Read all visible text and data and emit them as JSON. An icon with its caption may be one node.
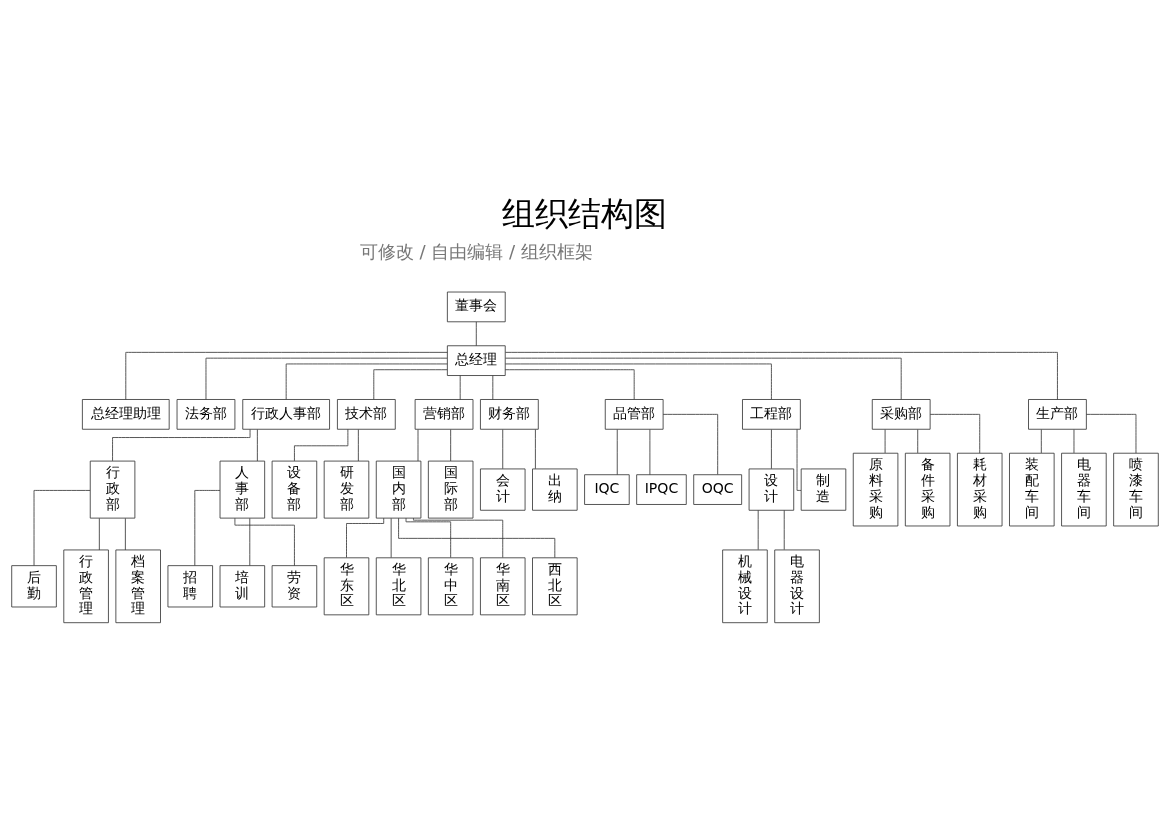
{
  "diagram": {
    "title": "组织结构图",
    "nodes": [
      {
        "text": [
          "董事会"
        ]
      },
      {
        "text": [
          "总经理"
        ]
      },
      {
        "text": [
          "总经理助理"
        ]
      },
      {
        "text": [
          "法务部"
        ]
      },
      {
        "text": [
          "行政人事部"
        ]
      },
      {
        "text": [
          "技术部"
        ]
      },
      {
        "text": [
          "营销部"
        ]
      },
      {
        "text": [
          "财务部"
        ]
      },
      {
        "text": [
          "品管部"
        ]
      },
      {
        "text": [
          "工程部"
        ]
      },
      {
        "text": [
          "采购部"
        ]
      },
      {
        "text": [
          "生产部"
        ]
      },
      {
        "text": [
          "行政部"
        ]
      },
      {
        "text": [
          "人事部"
        ]
      },
      {
        "text": [
          "设备部"
        ]
      },
      {
        "text": [
          "研发部"
        ]
      },
      {
        "text": [
          "国内部"
        ]
      },
      {
        "text": [
          "国际部"
        ]
      },
      {
        "text": [
          "会计"
        ]
      },
      {
        "text": [
          "出纳"
        ]
      },
      {
        "text": [
          "IQC"
        ]
      },
      {
        "text": [
          "IPQC"
        ]
      },
      {
        "text": [
          "OQC"
        ]
      },
      {
        "text": [
          "设计"
        ]
      },
      {
        "text": [
          "制造"
        ]
      },
      {
        "text": [
          "原料采购"
        ]
      },
      {
        "text": [
          "备件采购"
        ]
      },
      {
        "text": [
          "耗材采购"
        ]
      },
      {
        "text": [
          "装配车间"
        ]
      },
      {
        "text": [
          "电器车间"
        ]
      },
      {
        "text": [
          "喷漆车间"
        ]
      },
      {
        "text": [
          "后勤"
        ]
      },
      {
        "text": [
          "行政管理"
        ]
      },
      {
        "text": [
          "档案管理"
        ]
      },
      {
        "text": [
          "招聘"
        ]
      },
      {
        "text": [
          "培训"
        ]
      },
      {
        "text": [
          "劳资"
        ]
      },
      {
        "text": [
          "华东区"
        ]
      },
      {
        "text": [
          "华北区"
        ]
      },
      {
        "text": [
          "华中区"
        ]
      },
      {
        "text": [
          "华南区"
        ]
      },
      {
        "text": [
          "西北区"
        ]
      },
      {
        "text": [
          "机械设计"
        ]
      },
      {
        "text": [
          "电器设计"
        ]
      }
    ],
    "edges": [
      {
        "from": 0,
        "to": 1,
        "arrow": "none"
      },
      {
        "from": 1,
        "to": 2,
        "arrow": "none"
      },
      {
        "from": 1,
        "to": 3,
        "arrow": "none"
      },
      {
        "from": 1,
        "to": 4,
        "arrow": "none"
      },
      {
        "from": 1,
        "to": 5,
        "arrow": "none"
      },
      {
        "from": 1,
        "to": 6,
        "arrow": "none"
      },
      {
        "from": 1,
        "to": 7,
        "arrow": "none"
      },
      {
        "from": 1,
        "to": 8,
        "arrow": "none"
      },
      {
        "from": 1,
        "to": 9,
        "arrow": "none"
      },
      {
        "from": 1,
        "to": 10,
        "arrow": "none"
      },
      {
        "from": 1,
        "to": 11,
        "arrow": "none"
      },
      {
        "from": 4,
        "to": 12,
        "arrow": "none"
      },
      {
        "from": 4,
        "to": 13,
        "arrow": "none"
      },
      {
        "from": 5,
        "to": 14,
        "arrow": "none"
      },
      {
        "from": 5,
        "to": 15,
        "arrow": "none"
      },
      {
        "from": 6,
        "to": 16,
        "arrow": "none"
      },
      {
        "from": 6,
        "to": 17,
        "arrow": "none"
      },
      {
        "from": 7,
        "to": 18,
        "arrow": "none"
      },
      {
        "from": 7,
        "to": 19,
        "arrow": "none"
      },
      {
        "from": 8,
        "to": 20,
        "arrow": "none"
      },
      {
        "from": 8,
        "to": 21,
        "arrow": "none"
      },
      {
        "from": 8,
        "to": 22,
        "arrow": "none"
      },
      {
        "from": 9,
        "to": 23,
        "arrow": "none"
      },
      {
        "from": 9,
        "to": 24,
        "arrow": "none"
      },
      {
        "from": 10,
        "to": 25,
        "arrow": "none"
      },
      {
        "from": 10,
        "to": 26,
        "arrow": "none"
      },
      {
        "from": 10,
        "to": 27,
        "arrow": "none"
      },
      {
        "from": 11,
        "to": 28,
        "arrow": "none"
      },
      {
        "from": 11,
        "to": 29,
        "arrow": "none"
      },
      {
        "from": 11,
        "to": 30,
        "arrow": "none"
      },
      {
        "from": 12,
        "to": 31,
        "arrow": "none"
      },
      {
        "from": 12,
        "to": 32,
        "arrow": "none"
      },
      {
        "from": 12,
        "to": 33,
        "arrow": "none"
      },
      {
        "from": 13,
        "to": 34,
        "arrow": "none"
      },
      {
        "from": 13,
        "to": 35,
        "arrow": "none"
      },
      {
        "from": 13,
        "to": 36,
        "arrow": "none"
      },
      {
        "from": 16,
        "to": 37,
        "arrow": "none"
      },
      {
        "from": 16,
        "to": 38,
        "arrow": "none"
      },
      {
        "from": 16,
        "to": 39,
        "arrow": "none"
      },
      {
        "from": 16,
        "to": 40,
        "arrow": "none"
      },
      {
        "from": 16,
        "to": 41,
        "arrow": "none"
      },
      {
        "from": 23,
        "to": 42,
        "arrow": "none"
      },
      {
        "from": 23,
        "to": 43,
        "arrow": "none"
      }
    ],
    "labels": [
      "可修改 / 自由编辑 / 组织框架"
    ]
  }
}
